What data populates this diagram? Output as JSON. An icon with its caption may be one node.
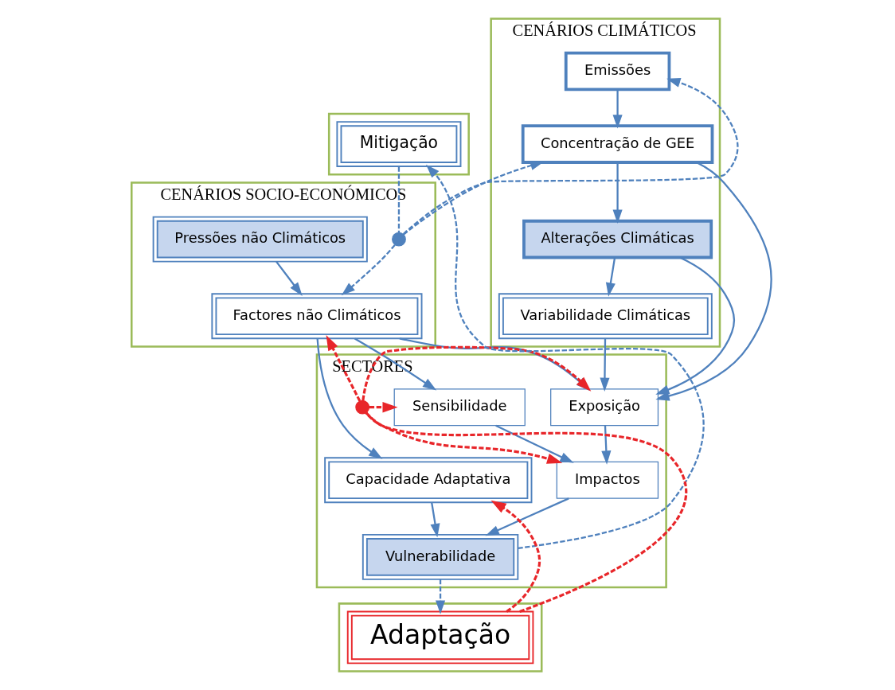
{
  "diagram": {
    "nodes": [
      {
        "text": [],
        "shape": "box"
      },
      {
        "text": [
          "Mitigação"
        ],
        "in": 0
      },
      {
        "text": [
          "CENÁRIOS CLIMÁTICOS"
        ]
      },
      {
        "text": [
          "Emissões"
        ],
        "in": 2
      },
      {
        "text": [
          "Concentração de GEE"
        ],
        "in": 2
      },
      {
        "text": [
          "Alterações Climáticas"
        ],
        "in": 2
      },
      {
        "text": [
          "Variabilidade Climáticas"
        ],
        "in": 2
      },
      {
        "text": [
          "CENÁRIOS SOCIO-ECONÓMICOS"
        ]
      },
      {
        "text": [],
        "shape": "circle",
        "in": 7
      },
      {
        "text": [
          "Pressões não Climáticos"
        ],
        "in": 7
      },
      {
        "text": [
          "Factores não Climáticos"
        ],
        "in": 7
      },
      {
        "text": [
          "SECTORES"
        ]
      },
      {
        "text": [
          "Exposição"
        ],
        "in": 11
      },
      {
        "text": [
          "Sensibilidade"
        ],
        "in": 11
      },
      {
        "text": [
          "Capacidade Adaptativa"
        ],
        "in": 11
      },
      {
        "text": [],
        "shape": "circle",
        "in": 11
      },
      {
        "text": [
          "Impactos"
        ],
        "in": 11
      },
      {
        "text": [
          "Vulnerabilidade"
        ],
        "in": 11
      },
      {
        "text": [],
        "shape": "box"
      },
      {
        "text": [
          "Adaptação"
        ],
        "in": 18
      }
    ],
    "edges": [
      {
        "from": 1,
        "to": 8,
        "arrow": "none",
        "style": "dashed"
      },
      {
        "from": 8,
        "to": 3,
        "arrow": "to",
        "style": "dashed"
      },
      {
        "from": 8,
        "to": 4,
        "arrow": "to",
        "style": "dashed"
      },
      {
        "from": 8,
        "to": 10,
        "arrow": "to",
        "style": "dashed"
      },
      {
        "from": 3,
        "to": 4,
        "arrow": "to"
      },
      {
        "from": 4,
        "to": 5,
        "arrow": "to"
      },
      {
        "from": 4,
        "to": 12,
        "arrow": "to"
      },
      {
        "from": 5,
        "to": 6,
        "arrow": "to"
      },
      {
        "from": 5,
        "to": 12,
        "arrow": "to"
      },
      {
        "from": 6,
        "to": 12,
        "arrow": "to"
      },
      {
        "from": 9,
        "to": 10,
        "arrow": "to"
      },
      {
        "from": 10,
        "to": 12,
        "arrow": "to"
      },
      {
        "from": 10,
        "to": 13,
        "arrow": "to"
      },
      {
        "from": 10,
        "to": 14,
        "arrow": "to"
      },
      {
        "from": 12,
        "to": 16,
        "arrow": "to"
      },
      {
        "from": 13,
        "to": 16,
        "arrow": "to"
      },
      {
        "from": 16,
        "to": 17,
        "arrow": "to"
      },
      {
        "from": 14,
        "to": 17,
        "arrow": "to"
      },
      {
        "from": 17,
        "to": 1,
        "arrow": "to",
        "style": "dashed"
      },
      {
        "from": 17,
        "to": 19,
        "arrow": "to",
        "style": "dashed"
      },
      {
        "from": 19,
        "to": 15,
        "arrow": "none",
        "style": "dashed",
        "color": "#e8262a"
      },
      {
        "from": 15,
        "to": 12,
        "arrow": "to",
        "style": "dashed",
        "color": "#e8262a"
      },
      {
        "from": 15,
        "to": 13,
        "arrow": "to",
        "style": "dashed",
        "color": "#e8262a"
      },
      {
        "from": 15,
        "to": 10,
        "arrow": "to",
        "style": "dashed",
        "color": "#e8262a"
      },
      {
        "from": 15,
        "to": 16,
        "arrow": "to",
        "style": "dashed",
        "color": "#e8262a"
      },
      {
        "from": 19,
        "to": 14,
        "arrow": "to",
        "style": "dashed",
        "color": "#e8262a"
      }
    ]
  }
}
